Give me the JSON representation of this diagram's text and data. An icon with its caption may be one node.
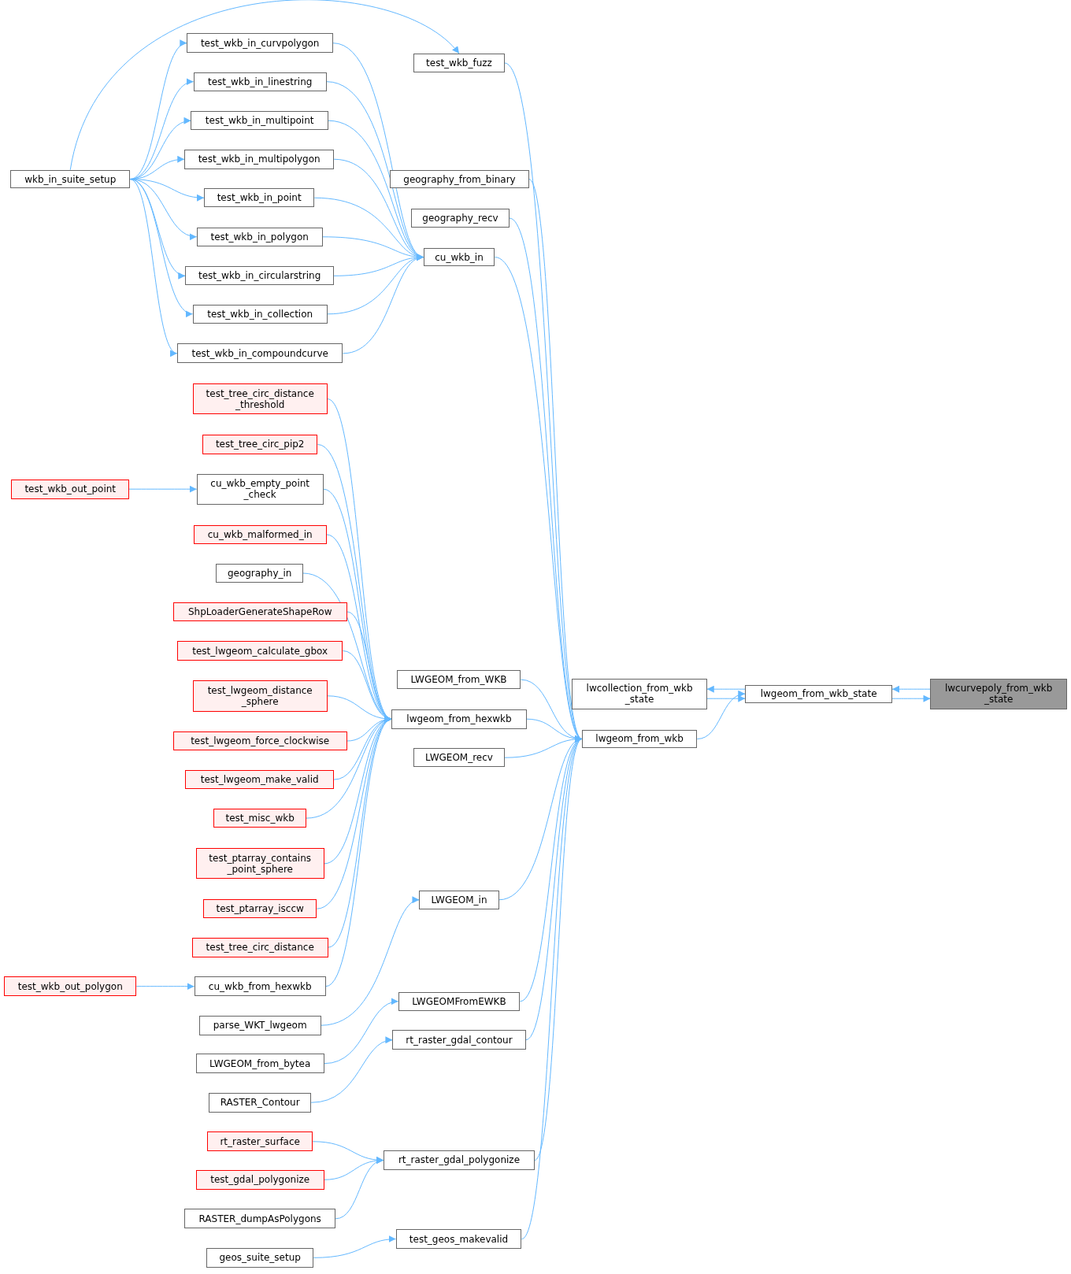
{
  "diagram": {
    "nodes": [
      {
        "text": [
          "lwcurvepoly_from_wkb _state"
        ]
      },
      {
        "text": [
          "lwgeom_from_wkb_state"
        ]
      },
      {
        "text": [
          "lwcollection_from_wkb _state"
        ]
      },
      {
        "text": [
          "lwgeom_from_wkb"
        ]
      },
      {
        "text": [
          "cu_wkb_in"
        ]
      },
      {
        "text": [
          "geography_from_binary"
        ]
      },
      {
        "text": [
          "geography_recv"
        ]
      },
      {
        "text": [
          "test_wkb_fuzz"
        ]
      },
      {
        "text": [
          "LWGEOM_from_WKB"
        ]
      },
      {
        "text": [
          "lwgeom_from_hexwkb"
        ]
      },
      {
        "text": [
          "LWGEOM_recv"
        ]
      },
      {
        "text": [
          "LWGEOM_in"
        ]
      },
      {
        "text": [
          "LWGEOMFromEWKB"
        ]
      },
      {
        "text": [
          "rt_raster_gdal_contour"
        ]
      },
      {
        "text": [
          "rt_raster_gdal_polygonize"
        ]
      },
      {
        "text": [
          "test_geos_makevalid"
        ]
      },
      {
        "text": [
          "wkb_in_suite_setup"
        ]
      },
      {
        "text": [
          "test_wkb_in_curvpolygon"
        ]
      },
      {
        "text": [
          "test_wkb_in_linestring"
        ]
      },
      {
        "text": [
          "test_wkb_in_multipoint"
        ]
      },
      {
        "text": [
          "test_wkb_in_multipolygon"
        ]
      },
      {
        "text": [
          "test_wkb_in_point"
        ]
      },
      {
        "text": [
          "test_wkb_in_polygon"
        ]
      },
      {
        "text": [
          "test_wkb_in_circularstring"
        ]
      },
      {
        "text": [
          "test_wkb_in_collection"
        ]
      },
      {
        "text": [
          "test_wkb_in_compoundcurve"
        ]
      },
      {
        "text": [
          "test_tree_circ_distance _threshold"
        ]
      },
      {
        "text": [
          "test_tree_circ_pip2"
        ]
      },
      {
        "text": [
          "cu_wkb_empty_point _check"
        ]
      },
      {
        "text": [
          "test_wkb_out_point"
        ]
      },
      {
        "text": [
          "cu_wkb_malformed_in"
        ]
      },
      {
        "text": [
          "geography_in"
        ]
      },
      {
        "text": [
          "ShpLoaderGenerateShapeRow"
        ]
      },
      {
        "text": [
          "test_lwgeom_calculate_gbox"
        ]
      },
      {
        "text": [
          "test_lwgeom_distance _sphere"
        ]
      },
      {
        "text": [
          "test_lwgeom_force_clockwise"
        ]
      },
      {
        "text": [
          "test_lwgeom_make_valid"
        ]
      },
      {
        "text": [
          "test_misc_wkb"
        ]
      },
      {
        "text": [
          "test_ptarray_contains _point_sphere"
        ]
      },
      {
        "text": [
          "test_ptarray_isccw"
        ]
      },
      {
        "text": [
          "test_tree_circ_distance"
        ]
      },
      {
        "text": [
          "cu_wkb_from_hexwkb"
        ]
      },
      {
        "text": [
          "test_wkb_out_polygon"
        ]
      },
      {
        "text": [
          "parse_WKT_lwgeom"
        ]
      },
      {
        "text": [
          "LWGEOM_from_bytea"
        ]
      },
      {
        "text": [
          "RASTER_Contour"
        ]
      },
      {
        "text": [
          "rt_raster_surface"
        ]
      },
      {
        "text": [
          "test_gdal_polygonize"
        ]
      },
      {
        "text": [
          "RASTER_dumpAsPolygons"
        ]
      },
      {
        "text": [
          "geos_suite_setup"
        ]
      }
    ],
    "edges": [
      {
        "from": 1,
        "to": 0,
        "arrow": "to"
      },
      {
        "from": 0,
        "to": 1,
        "arrow": "to"
      },
      {
        "from": 1,
        "to": 2,
        "arrow": "to"
      },
      {
        "from": 2,
        "to": 1,
        "arrow": "to"
      },
      {
        "from": 3,
        "to": 1,
        "arrow": "to"
      },
      {
        "from": 4,
        "to": 3,
        "arrow": "to"
      },
      {
        "from": 5,
        "to": 3,
        "arrow": "to"
      },
      {
        "from": 6,
        "to": 3,
        "arrow": "to"
      },
      {
        "from": 7,
        "to": 3,
        "arrow": "to"
      },
      {
        "from": 8,
        "to": 3,
        "arrow": "to"
      },
      {
        "from": 9,
        "to": 3,
        "arrow": "to"
      },
      {
        "from": 10,
        "to": 3,
        "arrow": "to"
      },
      {
        "from": 11,
        "to": 3,
        "arrow": "to"
      },
      {
        "from": 12,
        "to": 3,
        "arrow": "to"
      },
      {
        "from": 13,
        "to": 3,
        "arrow": "to"
      },
      {
        "from": 14,
        "to": 3,
        "arrow": "to"
      },
      {
        "from": 15,
        "to": 3,
        "arrow": "to"
      },
      {
        "from": 16,
        "to": 7,
        "arrow": "to"
      },
      {
        "from": 16,
        "to": 17,
        "arrow": "to"
      },
      {
        "from": 16,
        "to": 18,
        "arrow": "to"
      },
      {
        "from": 16,
        "to": 19,
        "arrow": "to"
      },
      {
        "from": 16,
        "to": 20,
        "arrow": "to"
      },
      {
        "from": 16,
        "to": 21,
        "arrow": "to"
      },
      {
        "from": 16,
        "to": 22,
        "arrow": "to"
      },
      {
        "from": 16,
        "to": 23,
        "arrow": "to"
      },
      {
        "from": 16,
        "to": 24,
        "arrow": "to"
      },
      {
        "from": 16,
        "to": 25,
        "arrow": "to"
      },
      {
        "from": 17,
        "to": 4,
        "arrow": "to"
      },
      {
        "from": 18,
        "to": 4,
        "arrow": "to"
      },
      {
        "from": 19,
        "to": 4,
        "arrow": "to"
      },
      {
        "from": 20,
        "to": 4,
        "arrow": "to"
      },
      {
        "from": 21,
        "to": 4,
        "arrow": "to"
      },
      {
        "from": 22,
        "to": 4,
        "arrow": "to"
      },
      {
        "from": 23,
        "to": 4,
        "arrow": "to"
      },
      {
        "from": 24,
        "to": 4,
        "arrow": "to"
      },
      {
        "from": 25,
        "to": 4,
        "arrow": "to"
      },
      {
        "from": 26,
        "to": 9,
        "arrow": "to"
      },
      {
        "from": 27,
        "to": 9,
        "arrow": "to"
      },
      {
        "from": 28,
        "to": 9,
        "arrow": "to"
      },
      {
        "from": 29,
        "to": 28,
        "arrow": "to"
      },
      {
        "from": 30,
        "to": 9,
        "arrow": "to"
      },
      {
        "from": 31,
        "to": 9,
        "arrow": "to"
      },
      {
        "from": 32,
        "to": 9,
        "arrow": "to"
      },
      {
        "from": 33,
        "to": 9,
        "arrow": "to"
      },
      {
        "from": 34,
        "to": 9,
        "arrow": "to"
      },
      {
        "from": 35,
        "to": 9,
        "arrow": "to"
      },
      {
        "from": 36,
        "to": 9,
        "arrow": "to"
      },
      {
        "from": 37,
        "to": 9,
        "arrow": "to"
      },
      {
        "from": 38,
        "to": 9,
        "arrow": "to"
      },
      {
        "from": 39,
        "to": 9,
        "arrow": "to"
      },
      {
        "from": 40,
        "to": 9,
        "arrow": "to"
      },
      {
        "from": 41,
        "to": 9,
        "arrow": "to"
      },
      {
        "from": 42,
        "to": 41,
        "arrow": "to"
      },
      {
        "from": 43,
        "to": 11,
        "arrow": "to"
      },
      {
        "from": 44,
        "to": 12,
        "arrow": "to"
      },
      {
        "from": 45,
        "to": 13,
        "arrow": "to"
      },
      {
        "from": 46,
        "to": 14,
        "arrow": "to"
      },
      {
        "from": 47,
        "to": 14,
        "arrow": "to"
      },
      {
        "from": 48,
        "to": 14,
        "arrow": "to"
      },
      {
        "from": 49,
        "to": 15,
        "arrow": "to"
      }
    ]
  }
}
